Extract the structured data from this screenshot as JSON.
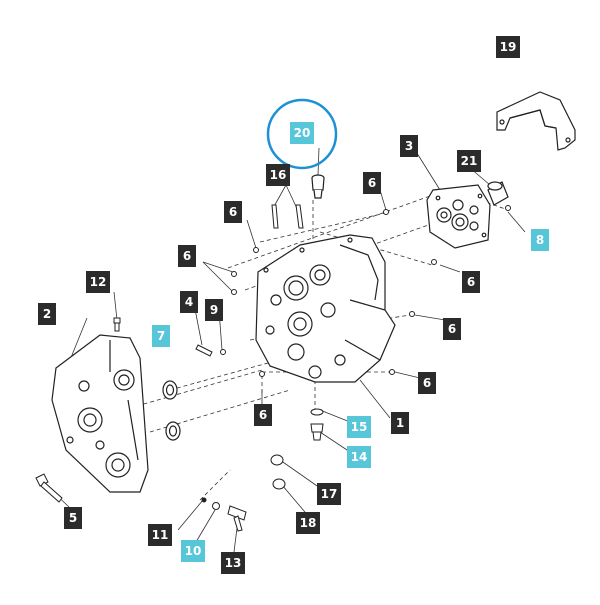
{
  "diagram": {
    "accent_color": "#57c6d8",
    "label_color": "#2b2b2b",
    "selection_ring_color": "#1e90d6",
    "selected_part": "20",
    "callouts": [
      {
        "id": "c1",
        "text": "1"
      },
      {
        "id": "c2",
        "text": "2"
      },
      {
        "id": "c3",
        "text": "3"
      },
      {
        "id": "c4",
        "text": "4"
      },
      {
        "id": "c5",
        "text": "5"
      },
      {
        "id": "c6a",
        "text": "6"
      },
      {
        "id": "c6b",
        "text": "6"
      },
      {
        "id": "c6c",
        "text": "6"
      },
      {
        "id": "c6d",
        "text": "6"
      },
      {
        "id": "c6e",
        "text": "6"
      },
      {
        "id": "c6f",
        "text": "6"
      },
      {
        "id": "c6g",
        "text": "6"
      },
      {
        "id": "c7",
        "text": "7"
      },
      {
        "id": "c8",
        "text": "8"
      },
      {
        "id": "c9",
        "text": "9"
      },
      {
        "id": "c10",
        "text": "10"
      },
      {
        "id": "c11",
        "text": "11"
      },
      {
        "id": "c12",
        "text": "12"
      },
      {
        "id": "c13",
        "text": "13"
      },
      {
        "id": "c14",
        "text": "14"
      },
      {
        "id": "c15",
        "text": "15"
      },
      {
        "id": "c16",
        "text": "16"
      },
      {
        "id": "c17",
        "text": "17"
      },
      {
        "id": "c18",
        "text": "18"
      },
      {
        "id": "c19",
        "text": "19"
      },
      {
        "id": "c20",
        "text": "20"
      },
      {
        "id": "c21",
        "text": "21"
      }
    ]
  }
}
